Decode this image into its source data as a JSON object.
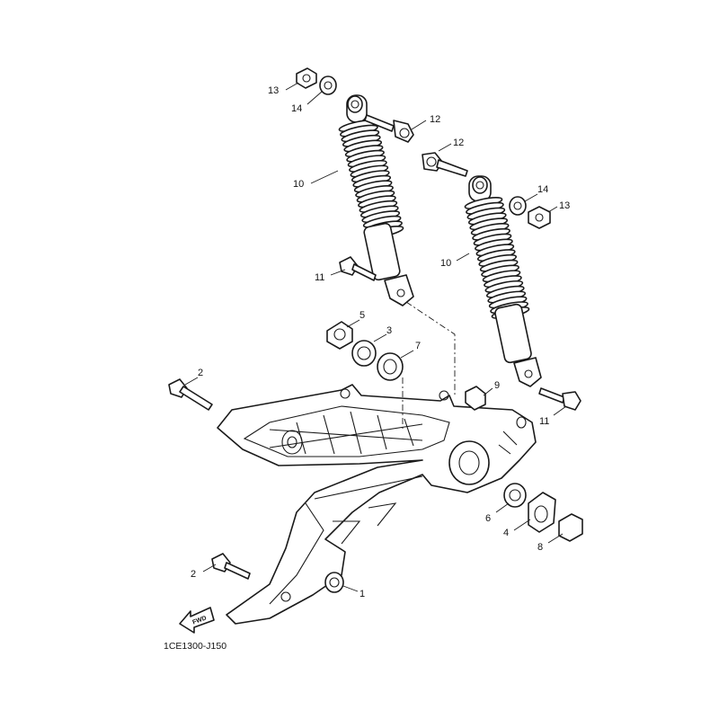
{
  "diagram_code": "1CE1300-J150",
  "fwd_label": "FWD",
  "callouts": [
    {
      "id": "13a",
      "label": "13"
    },
    {
      "id": "14a",
      "label": "14"
    },
    {
      "id": "12a",
      "label": "12"
    },
    {
      "id": "12b",
      "label": "12"
    },
    {
      "id": "10a",
      "label": "10"
    },
    {
      "id": "14b",
      "label": "14"
    },
    {
      "id": "13b",
      "label": "13"
    },
    {
      "id": "10b",
      "label": "10"
    },
    {
      "id": "11a",
      "label": "11"
    },
    {
      "id": "5",
      "label": "5"
    },
    {
      "id": "3",
      "label": "3"
    },
    {
      "id": "7",
      "label": "7"
    },
    {
      "id": "2a",
      "label": "2"
    },
    {
      "id": "9",
      "label": "9"
    },
    {
      "id": "11b",
      "label": "11"
    },
    {
      "id": "6",
      "label": "6"
    },
    {
      "id": "4",
      "label": "4"
    },
    {
      "id": "8",
      "label": "8"
    },
    {
      "id": "2b",
      "label": "2"
    },
    {
      "id": "1",
      "label": "1"
    }
  ]
}
